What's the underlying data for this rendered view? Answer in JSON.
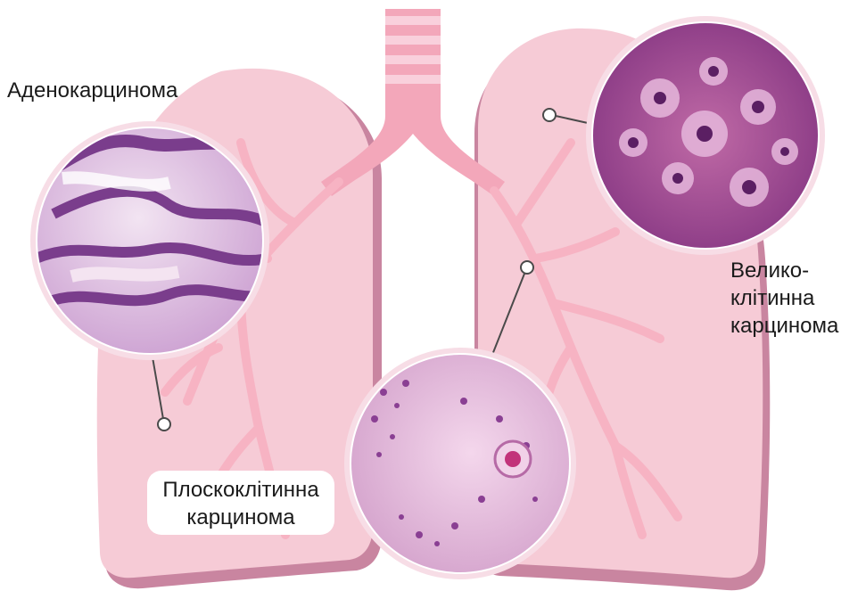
{
  "labels": {
    "adenocarcinoma": "Аденокарцинома",
    "large_cell": [
      "Велико-",
      "клітинна",
      "карцинома"
    ],
    "squamous": [
      "Плоскоклітинна",
      "карцинома"
    ]
  },
  "colors": {
    "lung_fill": "#f6cbd6",
    "lung_shadow": "#c985a0",
    "trachea": "#f3a7ba",
    "bronchi": "#f7b3c3",
    "connector": "#4a4a4a",
    "tissue_light": "#ead0e8",
    "tissue_dark": "#7a3d8c",
    "cell_purple": "#8a3f93",
    "circle_ring": "#f7dde6"
  }
}
